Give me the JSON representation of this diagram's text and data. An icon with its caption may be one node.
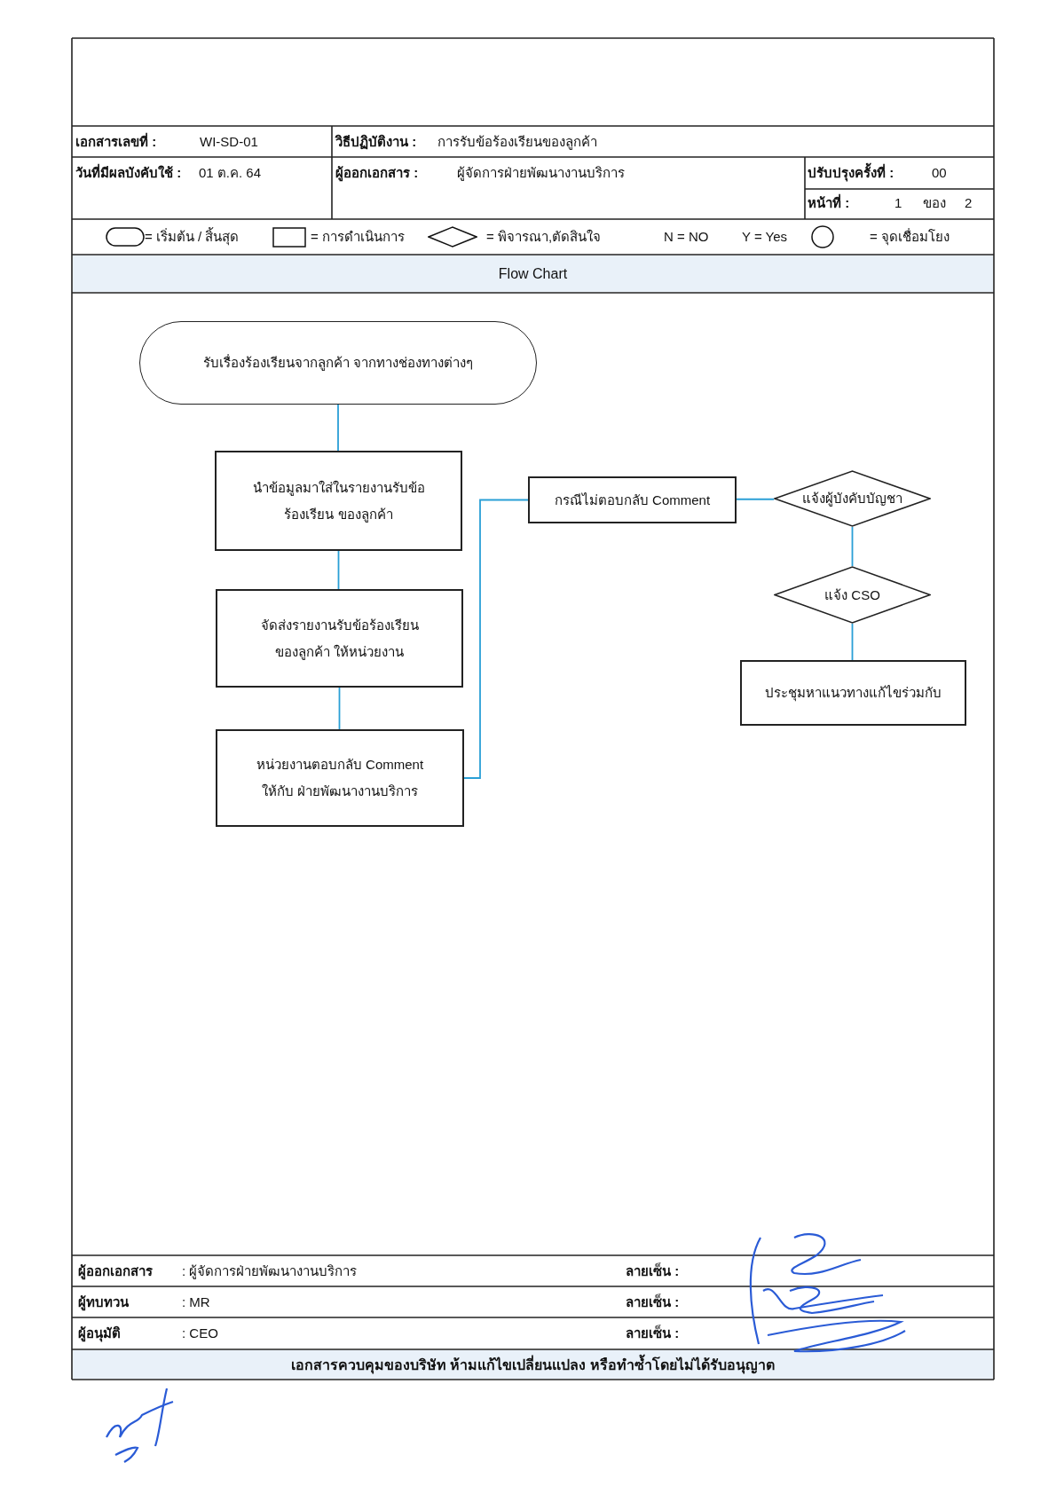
{
  "diagram": {
    "title": "Flow Chart",
    "nodes": [
      {
        "text": [
          "รับเรื่องร้องเรียนจากลูกค้า จากทางช่องทางต่างๆ"
        ]
      },
      {
        "text": [
          "นำข้อมูลมาใส่ในรายงานรับข้อร้องเรียน ของลูกค้า"
        ]
      },
      {
        "text": [
          "จัดส่งรายงานรับข้อร้องเรียนของลูกค้า ให้หน่วยงาน"
        ]
      },
      {
        "text": [
          "หน่วยงานตอบกลับ Comment ให้กับ ฝ่ายพัฒนางานบริการ"
        ]
      },
      {
        "text": [
          "กรณีไม่ตอบกลับ Comment"
        ]
      },
      {
        "text": [
          "แจ้งผู้บังคับบัญชา"
        ]
      },
      {
        "text": [
          "แจ้ง CSO"
        ]
      },
      {
        "text": [
          "ประชุมหาแนวทางแก้ไขร่วมกับ"
        ]
      }
    ],
    "edges": [
      {
        "from": 0,
        "to": 1,
        "arrow": "none"
      },
      {
        "from": 1,
        "to": 2,
        "arrow": "none"
      },
      {
        "from": 2,
        "to": 3,
        "arrow": "none"
      },
      {
        "from": 3,
        "to": 4,
        "arrow": "none"
      },
      {
        "from": 4,
        "to": 5,
        "arrow": "none"
      },
      {
        "from": 5,
        "to": 6,
        "arrow": "none"
      },
      {
        "from": 6,
        "to": 7,
        "arrow": "none"
      }
    ],
    "labels": [
      "เอกสารเลขที่ :",
      "WI-SD-01",
      "วิธีปฏิบัติงาน :",
      "การรับข้อร้องเรียนของลูกค้า",
      "วันที่มีผลบังคับใช้ :",
      "01 ต.ค. 64",
      "ผู้ออกเอกสาร :",
      "ผู้จัดการฝ่ายพัฒนางานบริการ",
      "ปรับปรุงครั้งที่ :",
      "00",
      "หน้าที่ :",
      "1",
      "ของ",
      "2",
      "N = NO",
      "Y = Yes",
      "ผู้ออกเอกสาร",
      ": ผู้จัดการฝ่ายพัฒนางานบริการ",
      "ลายเซ็น :",
      "ผู้ทบทวน",
      ": MR",
      "ลายเซ็น :",
      "ผู้อนุมัติ",
      ": CEO",
      "ลายเซ็น :",
      "เอกสารควบคุมของบริษัท ห้ามแก้ไขเปลี่ยนแปลง หรือทำซ้ำโดยไม่ได้รับอนุญาต"
    ],
    "legend": [
      {
        "text": "= เริ่มต้น / สิ้นสุด"
      },
      {
        "text": "= การดำเนินการ"
      },
      {
        "text": "= พิจารณา,ตัดสินใจ"
      },
      {
        "text": "= จุดเชื่อมโยง"
      }
    ]
  }
}
